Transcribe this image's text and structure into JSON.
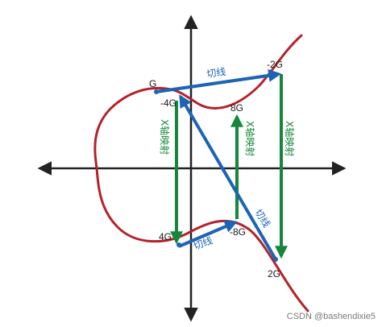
{
  "points": {
    "G": "G",
    "neg_4G": "-4G",
    "neg_2G": "-2G",
    "eight_G": "8G",
    "four_G": "4G",
    "neg_8G": "-8G",
    "two_G": "2G"
  },
  "tangent_label": "切线",
  "x_axis_mapping_label": "X轴映射",
  "watermark": "CSDN @bashendixie5",
  "colors": {
    "curve": "#b5222a",
    "tangent": "#1c64b5",
    "mapping": "#14873a",
    "axis": "#222222"
  }
}
